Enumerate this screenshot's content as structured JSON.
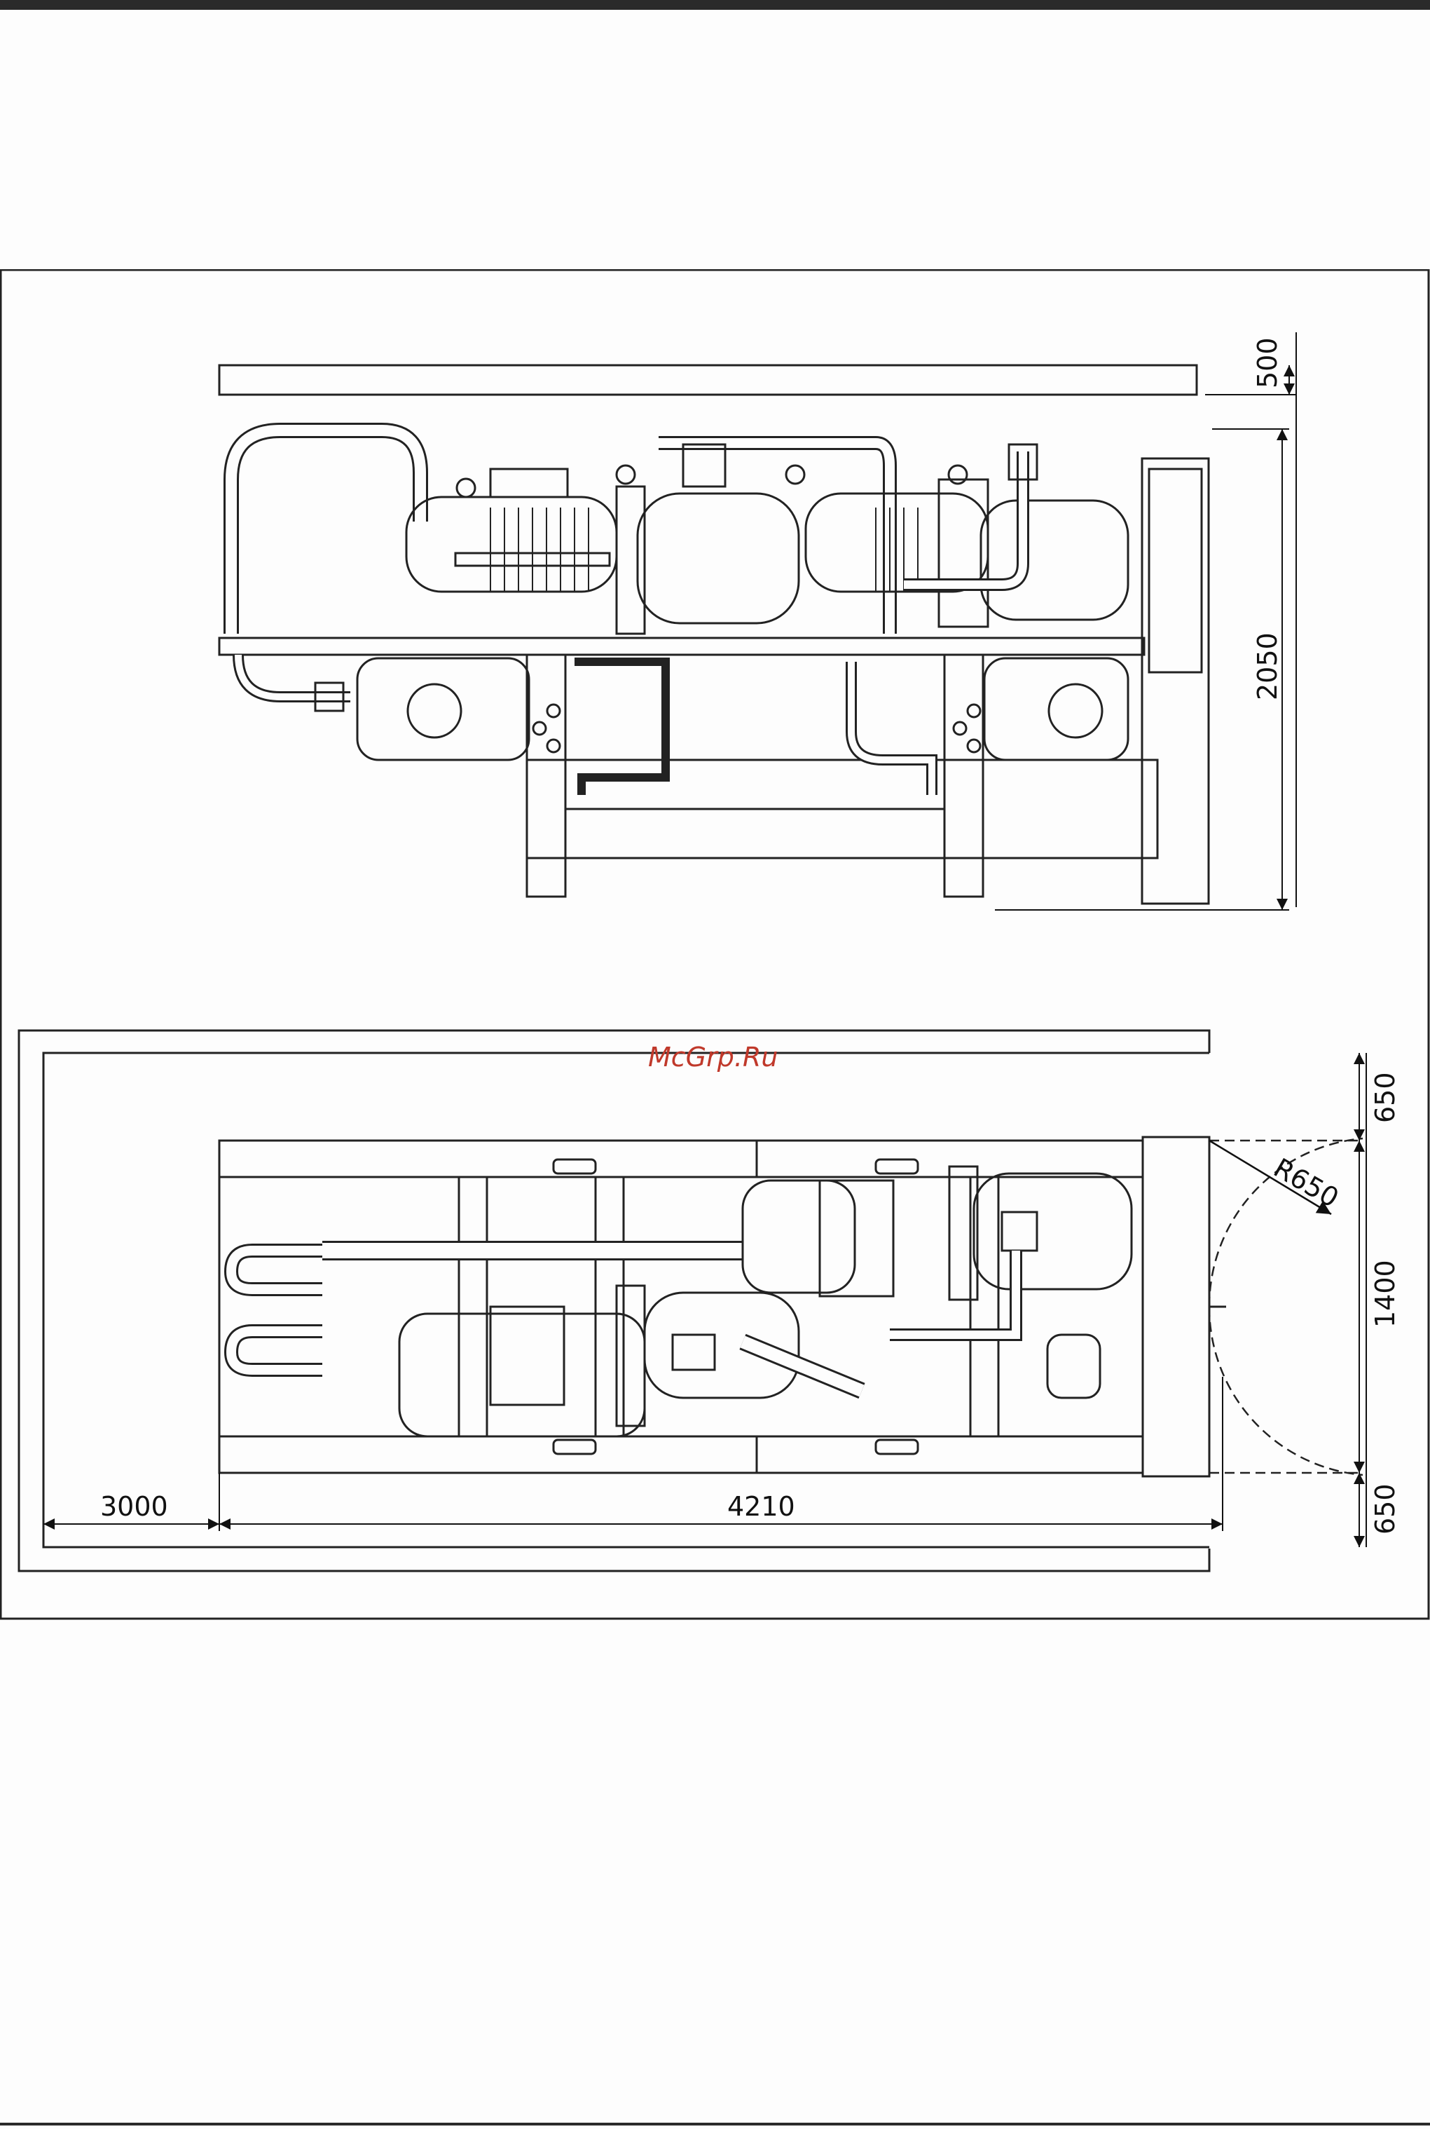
{
  "watermark": "McGrp.Ru",
  "elevation_view": {
    "dimensions": {
      "clearance_top": "500",
      "unit_height": "2050"
    }
  },
  "plan_view": {
    "dimensions": {
      "clearance_front": "650",
      "unit_width": "1400",
      "clearance_back": "650",
      "door_radius": "R650",
      "clearance_side": "3000",
      "unit_length": "4210"
    }
  }
}
